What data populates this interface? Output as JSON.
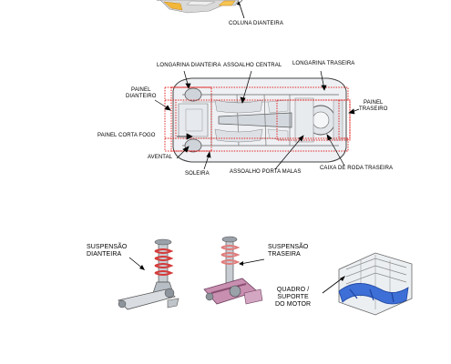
{
  "top": {
    "label": "COLUNA DIANTEIRA"
  },
  "underbody": {
    "labels": {
      "longarina_dianteira": "LONGARINA DIANTEIRA",
      "assoalho_central": "ASSOALHO CENTRAL",
      "longarina_traseira": "LONGARINA TRASEIRA",
      "painel_dianteiro_l1": "PAINEL",
      "painel_dianteiro_l2": "DIANTEIRO",
      "painel_traseiro_l1": "PAINEL",
      "painel_traseiro_l2": "TRASEIRO",
      "painel_corta_fogo": "PAINEL CORTA FOGO",
      "avental": "AVENTAL",
      "soleira": "SOLEIRA",
      "assoalho_porta_malas": "ASSOALHO PORTA MALAS",
      "caixa_roda_traseira": "CAIXA DE RODA TRASEIRA"
    },
    "highlight_color": "#e11b1b"
  },
  "suspension": {
    "dianteira_l1": "SUSPENSÃO",
    "dianteira_l2": "DIANTEIRA",
    "traseira_l1": "SUSPENSÃO",
    "traseira_l2": "TRASEIRA",
    "quadro_l1": "QUADRO /",
    "quadro_l2": "SUPORTE",
    "quadro_l3": "DO MOTOR"
  }
}
